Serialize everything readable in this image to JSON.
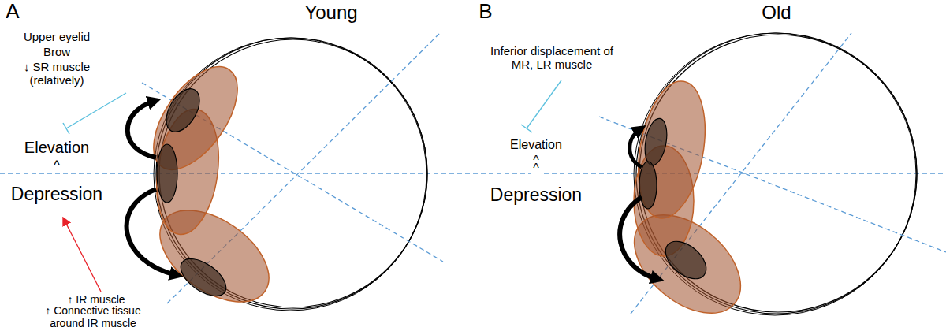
{
  "diagram": {
    "labels": [
      "A",
      "Young",
      "Upper eyelid",
      "Brow",
      "↓ SR muscle (relatively)",
      "Elevation",
      "^",
      "Depression",
      "↑ IR muscle",
      "↑ Connective tissue around IR muscle",
      "B",
      "Old",
      "Inferior displacement of MR, LR muscle",
      "Elevation",
      "^",
      "^",
      "Depression"
    ]
  }
}
